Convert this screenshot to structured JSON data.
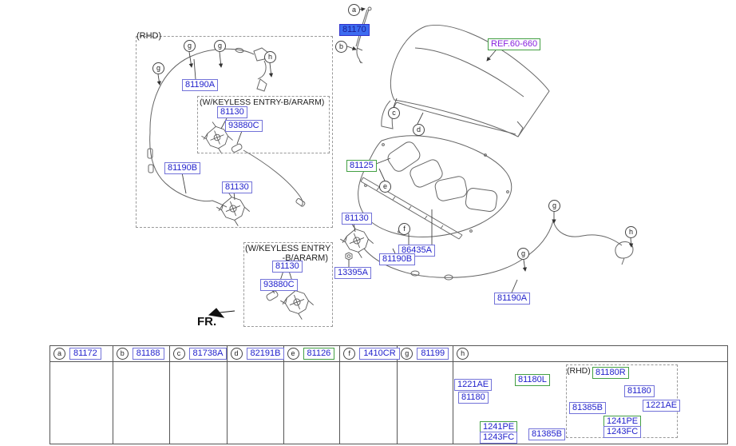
{
  "colors": {
    "label_text": "#2222cc",
    "label_border": "#7373d9",
    "green_border": "#44a044",
    "selected_bg": "#3d6cf0",
    "ref_text": "#8822dd",
    "line_art": "#666666"
  },
  "diagram": {
    "fr_label": "FR.",
    "notes": {
      "rhd": "(RHD)",
      "keyless_inline": "(W/KEYLESS ENTRY-B/ARARM)",
      "keyless_line1": "(W/KEYLESS ENTRY",
      "keyless_line2": "-B/ARARM)"
    },
    "callout_letters": {
      "a": "a",
      "b": "b",
      "c": "c",
      "d": "d",
      "e": "e",
      "f": "f",
      "g": "g",
      "h": "h"
    },
    "labels": [
      {
        "text": "81170",
        "style": "selected"
      },
      {
        "text": "REF.60-660",
        "style": "ref"
      },
      {
        "text": "81190A"
      },
      {
        "text": "81130"
      },
      {
        "text": "93880C"
      },
      {
        "text": "81190B"
      },
      {
        "text": "81130"
      },
      {
        "text": "81130"
      },
      {
        "text": "93880C"
      },
      {
        "text": "13395A"
      },
      {
        "text": "81125",
        "style": "green"
      },
      {
        "text": "81130"
      },
      {
        "text": "86435A"
      },
      {
        "text": "81190B"
      },
      {
        "text": "81190A"
      }
    ]
  },
  "legend": {
    "headers": [
      {
        "callout": "a",
        "part": "81172"
      },
      {
        "callout": "b",
        "part": "81188"
      },
      {
        "callout": "c",
        "part": "81738A"
      },
      {
        "callout": "d",
        "part": "82191B"
      },
      {
        "callout": "e",
        "part": "81126",
        "style": "green"
      },
      {
        "callout": "f",
        "part": "1410CR"
      },
      {
        "callout": "g",
        "part": "81199"
      },
      {
        "callout": "h",
        "part": ""
      }
    ],
    "h_rhd_note": "(RHD)",
    "h_labels": [
      {
        "text": "1221AE"
      },
      {
        "text": "81180"
      },
      {
        "text": "81180L",
        "style": "green"
      },
      {
        "text": "1241PE",
        "style": "green"
      },
      {
        "text": "1243FC"
      },
      {
        "text": "81385B"
      },
      {
        "text": "81180R",
        "style": "green"
      },
      {
        "text": "81385B"
      },
      {
        "text": "81180"
      },
      {
        "text": "1221AE"
      },
      {
        "text": "1241PE",
        "style": "green"
      },
      {
        "text": "1243FC"
      }
    ]
  }
}
